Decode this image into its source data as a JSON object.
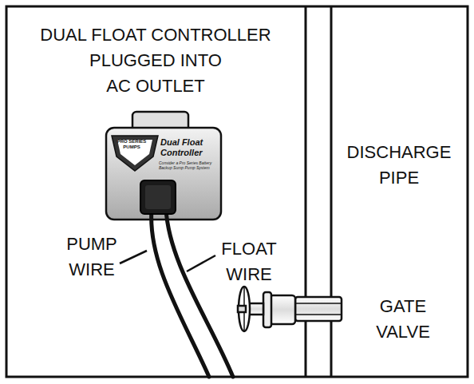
{
  "diagram": {
    "nodes": [
      {
        "text": [
          "PRO SERIES PUMPS",
          "Dual Float Controller",
          "Consider a Pro Series Battery Backup Sump Pump System"
        ]
      }
    ],
    "labels": [
      "DUAL FLOAT CONTROLLER PLUGGED INTO AC OUTLET",
      "DISCHARGE PIPE",
      "PUMP WIRE",
      "FLOAT WIRE",
      "GATE VALVE"
    ]
  }
}
